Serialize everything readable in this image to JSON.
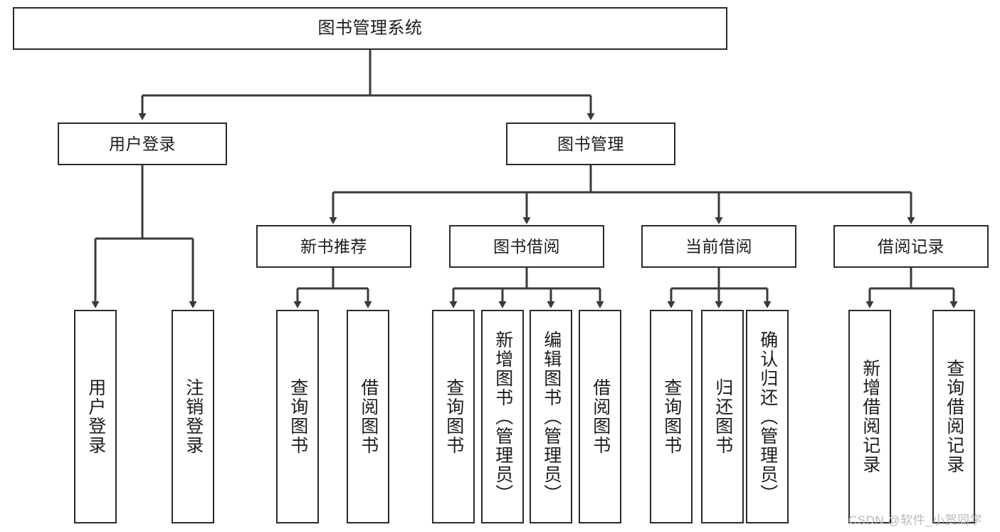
{
  "diagram": {
    "title": "图书管理系统",
    "type": "tree",
    "colors": {
      "box_border": "#2b2b2b",
      "box_fill": "#ffffff",
      "connector": "#3a3a3a",
      "text": "#1d1d1d",
      "watermark": "#b9b9b9",
      "background": "#ffffff"
    }
  },
  "root": {
    "label": "图书管理系统"
  },
  "level2": [
    {
      "label": "用户登录"
    },
    {
      "label": "图书管理"
    }
  ],
  "level3": [
    {
      "label": "新书推荐"
    },
    {
      "label": "图书借阅"
    },
    {
      "label": "当前借阅"
    },
    {
      "label": "借阅记录"
    }
  ],
  "leaves": {
    "user_login": [
      {
        "label": "用户登录"
      },
      {
        "label": "注销登录"
      }
    ],
    "new_book": [
      {
        "label": "查询图书"
      },
      {
        "label": "借阅图书"
      }
    ],
    "book_borrow": [
      {
        "label": "查询图书"
      },
      {
        "label": "新增图书（管理员）"
      },
      {
        "label": "编辑图书（管理员）"
      },
      {
        "label": "借阅图书"
      }
    ],
    "current_borrow": [
      {
        "label": "查询图书"
      },
      {
        "label": "归还图书"
      },
      {
        "label": "确认归还（管理员）"
      }
    ],
    "borrow_record": [
      {
        "label": "新增借阅记录"
      },
      {
        "label": "查询借阅记录"
      }
    ]
  },
  "watermark": {
    "text": "CSDN @软件_小贺同学"
  }
}
